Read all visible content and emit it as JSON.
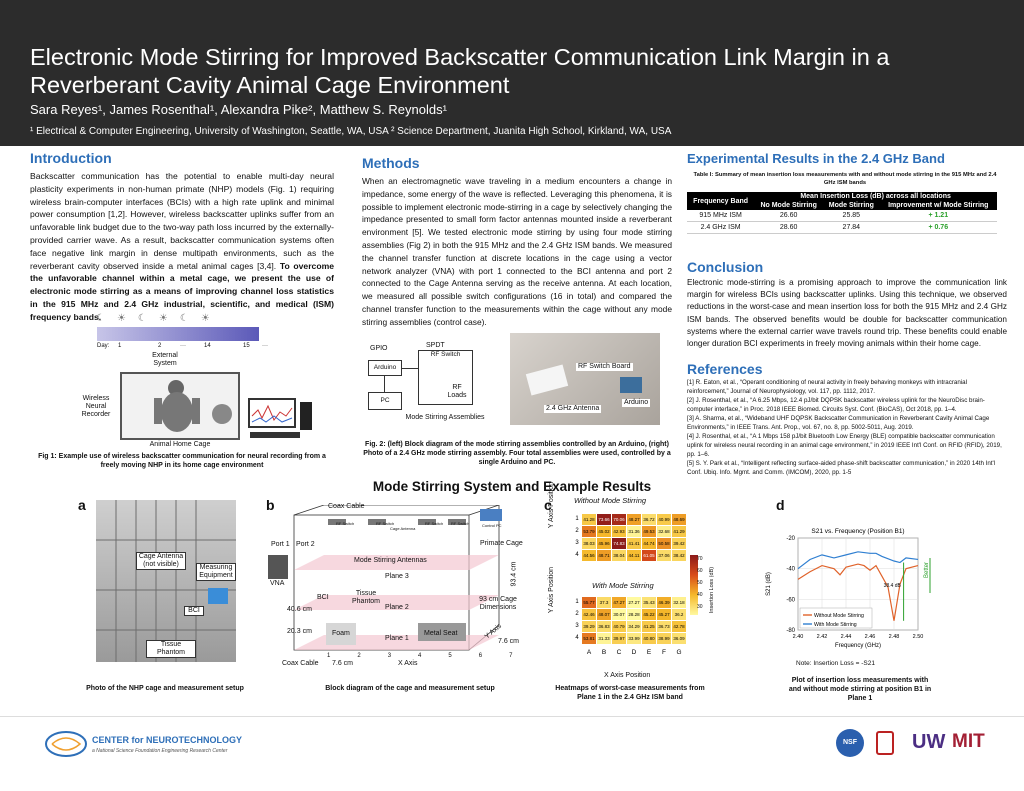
{
  "header": {
    "title": "Electronic Mode Stirring for Improved Backscatter Communication Link Margin in a Reverberant Cavity Animal Cage Environment",
    "authors": "Sara Reyes¹, James Rosenthal¹, Alexandra Pike², Matthew S. Reynolds¹",
    "affiliations": "¹ Electrical & Computer Engineering, University of Washington, Seattle, WA, USA ² Science Department, Juanita High School, Kirkland, WA, USA"
  },
  "intro": {
    "heading": "Introduction",
    "text": "Backscatter communication has the potential to enable multi-day neural plasticity experiments in non-human primate (NHP) models (Fig. 1) requiring wireless brain-computer interfaces (BCIs) with a high rate uplink and minimal power consumption [1,2]. However, wireless backscatter uplinks suffer from an unfavorable link budget due to the two-way path loss incurred by the externally-provided carrier wave. As a result, backscatter communication systems often face negative link margin in dense multipath environments, such as the reverberant cavity observed inside a metal animal cages [3,4].",
    "text_bold": "To overcome the unfavorable channel within a metal cage, we present the use of electronic mode stirring as a means of improving channel loss statistics in the 915 MHz and 2.4 GHz industrial, scientific, and medical (ISM) frequency bands.",
    "fig": {
      "day_label": "Day:",
      "days": [
        "1",
        "2",
        "···",
        "14",
        "15",
        "···"
      ],
      "external": "External System",
      "recorder": "Wireless Neural Recorder",
      "cage": "Animal Home Cage"
    },
    "caption": "Fig 1: Example use of wireless backscatter communication for neural recording from a freely moving NHP in its home cage environment"
  },
  "methods": {
    "heading": "Methods",
    "text": "When an electromagnetic wave traveling in a medium encounters a change in impedance, some energy of the wave is reflected. Leveraging this phenomena, it is possible to implement electronic mode-stirring in a cage by selectively changing the impedance presented to small form factor antennas mounted inside a reverberant environment [5]. We tested electronic mode stirring by using four mode stirring assemblies (Fig 2) in both the 915 MHz and the 2.4 GHz ISM bands. We measured the channel transfer function at discrete locations in the cage using a vector network analyzer (VNA) with port 1 connected to the BCI antenna and port 2 connected to the Cage Antenna serving as the receive antenna. At each location, we measured all possible switch configurations (16 in total) and compared the channel transfer function to the measurements within the cage without any mode stirring assemblies (control case).",
    "fig": {
      "gpio": "GPIO",
      "spdt": "SPDT",
      "rf_switch": "RF Switch",
      "arduino": "Arduino",
      "pc": "PC",
      "rf_loads": "RF Loads",
      "assemblies": "Mode Stirring Assemblies",
      "photo_board": "RF Switch Board",
      "photo_antenna": "2.4 GHz Antenna",
      "photo_arduino": "Arduino"
    },
    "caption": "Fig. 2: (left) Block diagram of the mode stirring assemblies controlled by an Arduino, (right) Photo of a 2.4 GHz mode stirring assembly. Four total assemblies were used, controlled by a single Arduino and PC."
  },
  "results": {
    "heading": "Experimental Results in the 2.4 GHz Band",
    "table_title": "Table I: Summary of mean insertion loss measurements with and without mode stirring in the 915 MHz and 2.4 GHz ISM bands",
    "table": {
      "group_header": "Mean Insertion Loss (dB) across all locations",
      "col0": "Frequency Band",
      "col1": "No Mode Stirring",
      "col2": "Mode Stirring",
      "col3": "Improvement w/ Mode Stirring",
      "rows": [
        {
          "band": "915 MHz ISM",
          "no": "26.60",
          "yes": "25.85",
          "imp": "+ 1.21"
        },
        {
          "band": "2.4 GHz ISM",
          "no": "28.60",
          "yes": "27.84",
          "imp": "+ 0.76"
        }
      ]
    }
  },
  "conclusion": {
    "heading": "Conclusion",
    "text": "Electronic mode-stirring is a promising approach to improve the communication link margin for wireless BCIs using backscatter uplinks. Using this technique, we observed reductions in the worst-case and mean insertion loss for both the 915 MHz and 2.4 GHz ISM bands. The observed benefits would be double for backscatter communication systems where the external carrier wave travels round trip. These benefits could enable longer duration BCI experiments in freely moving animals within their home cage."
  },
  "references": {
    "heading": "References",
    "items": [
      "[1] R. Eaton, et al., “Operant conditioning of neural activity in freely behaving monkeys with intracranial reinforcement,” Journal of Neurophysiology, vol. 117, pp. 1112, 2017.",
      "[2] J. Rosenthal, et al., “A 6.25 Mbps, 12.4 pJ/bit DQPSK backscatter wireless uplink for the NeuroDisc brain-computer interface,” in Proc. 2018 IEEE Biomed. Circuits Syst. Conf. (BioCAS), Oct 2018, pp. 1–4.",
      "[3] A. Sharma, et al., “Wideband UHF DQPSK Backscatter Communication in Reverberant Cavity Animal Cage Environments,” in IEEE Trans. Ant. Prop., vol. 67, no. 8, pp. 5002-5011, Aug. 2019.",
      "[4] J. Rosenthal, et al., “A 1 Mbps 158 pJ/bit Bluetooth Low Energy (BLE) compatible backscatter communication uplink for wireless neural recording in an animal cage environment,” in 2019 IEEE Int'l Conf. on RFID (RFID), 2019, pp. 1–6.",
      "[5] S. Y. Park et al., “Intelligent reflecting surface-aided phase-shift backscatter communication,” in 2020 14th Int'l Conf. Ubiq. Info. Mgmt. and Comm. (IMCOM), 2020, pp. 1-5"
    ]
  },
  "bottom": {
    "heading": "Mode Stirring System and Example Results",
    "panel_a": "a",
    "panel_b": "b",
    "panel_c": "c",
    "panel_d": "d",
    "a_labels": {
      "cage_antenna": "Cage Antenna (not visible)",
      "measuring": "Measuring Equipment",
      "bci": "BCI",
      "phantom": "Tissue Phantom"
    },
    "a_caption": "Photo of the NHP cage and measurement setup",
    "b_labels": {
      "coax": "Coax Cable",
      "port1": "Port 1",
      "port2": "Port 2",
      "vna": "VNA",
      "antennas": "Mode Stirring Antennas",
      "primate": "Primate Cage",
      "plane3": "Plane 3",
      "plane2": "Plane 2",
      "plane1": "Plane 1",
      "tissue": "Tissue Phantom",
      "foam": "Foam",
      "seat": "Metal Seat",
      "dims": "93 cm Cage Dimensions",
      "h1": "40.6 cm",
      "h2": "20.3 cm",
      "w1": "7.6 cm",
      "w2": "7.6 cm",
      "d1": "93.4 cm",
      "xaxis": "X Axis",
      "yaxis": "Y Axis",
      "coax2": "Coax Cable",
      "bci_label": "BCI",
      "xticks": [
        "1",
        "2",
        "3",
        "4",
        "5",
        "6",
        "7"
      ],
      "rfswitch": "RF Switch",
      "cage_antenna": "Cage Antenna",
      "control_pc": "Control PC"
    },
    "b_caption": "Block diagram of the cage and measurement setup",
    "c_labels": {
      "without": "Without Mode Stirring",
      "with": "With Mode Stirring",
      "yaxis": "Y Axis Position",
      "xaxis": "X Axis Position",
      "cbar": "Insertion Loss (dB)",
      "cbar_ticks": [
        "70",
        "60",
        "50",
        "40",
        "30"
      ],
      "cols": [
        "A",
        "B",
        "C",
        "D",
        "E",
        "F",
        "G"
      ],
      "rows": [
        "1",
        "2",
        "3",
        "4"
      ]
    },
    "heat_without": [
      [
        "41.28",
        "73.66",
        "70.06",
        "48.27",
        "36.72",
        "40.99",
        "48.69"
      ],
      [
        "53.79",
        "45.02",
        "42.93",
        "31.36",
        "49.53",
        "32.68",
        "41.29"
      ],
      [
        "38.03",
        "45.96",
        "74.83",
        "41.41",
        "44.74",
        "50.58",
        "39.42"
      ],
      [
        "44.56",
        "48.71",
        "38.04",
        "44.11",
        "61.05",
        "37.06",
        "38.42"
      ]
    ],
    "heat_with": [
      [
        "55.77",
        "37.3",
        "47.27",
        "27.27",
        "35.43",
        "46.39",
        "32.18"
      ],
      [
        "42.46",
        "48.07",
        "30.07",
        "28.28",
        "45.22",
        "45.27",
        "36.2"
      ],
      [
        "39.29",
        "36.83",
        "40.79",
        "34.29",
        "41.25",
        "36.73",
        "42.78"
      ],
      [
        "53.81",
        "31.33",
        "39.97",
        "33.99",
        "40.80",
        "38.99",
        "36.09"
      ]
    ],
    "c_caption": "Heatmaps of worst-case measurements from Plane 1 in the 2.4 GHz ISM band",
    "d_caption": "Plot of insertion loss measurements with and without mode stirring at position B1 in Plane 1",
    "note": "Note: Insertion Loss = -S21"
  },
  "chart_data": {
    "type": "line",
    "title": "S21 vs. Frequency (Position B1)",
    "xlabel": "Frequency (GHz)",
    "ylabel": "S21 (dB)",
    "xlim": [
      2.4,
      2.5
    ],
    "ylim": [
      -80,
      -20
    ],
    "xticks": [
      "2.40",
      "2.42",
      "2.44",
      "2.46",
      "2.48",
      "2.50"
    ],
    "yticks": [
      "-20",
      "-40",
      "-60",
      "-80"
    ],
    "annotation": "38.4 dB",
    "better": "Better",
    "legend": "bottom-left",
    "series": [
      {
        "name": "Without Mode Stirring",
        "color": "#e0622a",
        "x": [
          2.4,
          2.41,
          2.42,
          2.43,
          2.435,
          2.44,
          2.45,
          2.455,
          2.46,
          2.465,
          2.47,
          2.475,
          2.48,
          2.485,
          2.49,
          2.5
        ],
        "y": [
          -47,
          -42,
          -38,
          -40,
          -44,
          -39,
          -37,
          -38,
          -41,
          -38,
          -45,
          -52,
          -74,
          -50,
          -40,
          -38
        ]
      },
      {
        "name": "With Mode Stirring",
        "color": "#2f7fd1",
        "x": [
          2.4,
          2.41,
          2.42,
          2.43,
          2.44,
          2.45,
          2.46,
          2.465,
          2.47,
          2.48,
          2.485,
          2.49,
          2.5
        ],
        "y": [
          -40,
          -34,
          -31,
          -33,
          -31,
          -29,
          -30,
          -30,
          -32,
          -35,
          -36,
          -33,
          -34
        ]
      }
    ]
  },
  "footer": {
    "cnt_title": "CENTER for NEUROTECHNOLOGY",
    "cnt_sub": "a National Science Foundation Engineering Research Center",
    "logos": [
      "NSF",
      "UW",
      "MIT"
    ]
  },
  "colors": {
    "header_bg": "#2c2c2c",
    "accent": "#2e6fb8",
    "positive": "#2ca02c"
  }
}
